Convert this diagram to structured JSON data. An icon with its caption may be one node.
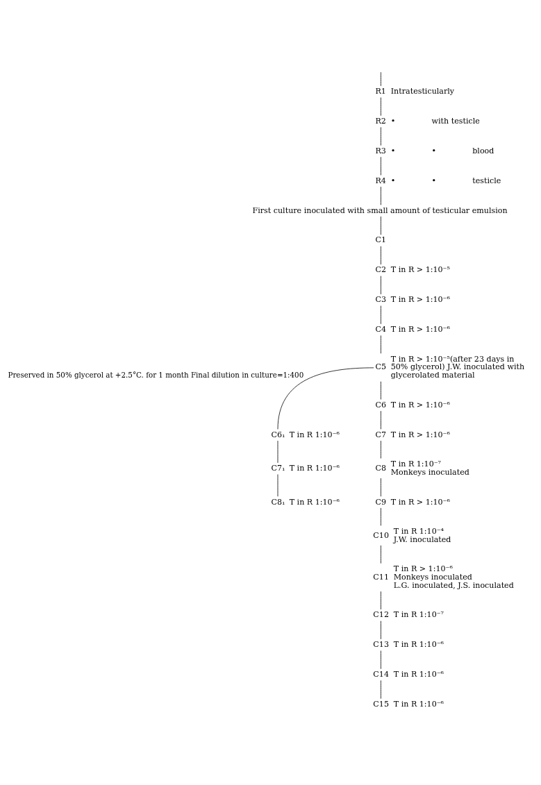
{
  "diagram": {
    "nodes": [
      {
        "text": [
          "R1"
        ],
        "beside": [
          "Intratesticularly"
        ]
      },
      {
        "text": [
          "R2"
        ],
        "beside": [
          "•",
          "with testicle"
        ]
      },
      {
        "text": [
          "R3"
        ],
        "beside": [
          "•",
          "•",
          "blood"
        ]
      },
      {
        "text": [
          "R4"
        ],
        "beside": [
          "•",
          "•",
          "testicle"
        ]
      },
      {
        "text": [
          "First culture inoculated with small amount of testicular emulsion"
        ]
      },
      {
        "text": [
          "C1"
        ]
      },
      {
        "text": [
          "C2"
        ],
        "beside": [
          "T in R > 1:10⁻⁵"
        ]
      },
      {
        "text": [
          "C3"
        ],
        "beside": [
          "T in R > 1:10⁻⁶"
        ]
      },
      {
        "text": [
          "C4"
        ],
        "beside": [
          "T in R > 1:10⁻⁶"
        ]
      },
      {
        "text": [
          "C5"
        ],
        "beside": [
          "T in R > 1:10⁻⁵(after 23 days in 50% glycerol) J.W. inoculated with glycerolated material"
        ]
      },
      {
        "text": [
          "C6"
        ],
        "beside": [
          "T in R > 1:10⁻⁶"
        ]
      },
      {
        "text": [
          "C7"
        ],
        "beside": [
          "T in R > 1:10⁻⁶"
        ]
      },
      {
        "text": [
          "C8"
        ],
        "beside": [
          "T in R 1:10⁻⁷",
          "Monkeys inoculated"
        ]
      },
      {
        "text": [
          "C9"
        ],
        "beside": [
          "T in R > 1:10⁻⁶"
        ]
      },
      {
        "text": [
          "C10"
        ],
        "beside": [
          "T in R 1:10⁻⁴",
          "J.W. inoculated"
        ]
      },
      {
        "text": [
          "C11"
        ],
        "beside": [
          "T in R > 1:10⁻⁶",
          "Monkeys inoculated",
          "L.G. inoculated, J.S. inoculated"
        ]
      },
      {
        "text": [
          "C12"
        ],
        "beside": [
          "T in R 1:10⁻⁷"
        ]
      },
      {
        "text": [
          "C13"
        ],
        "beside": [
          "T in R 1:10⁻⁶"
        ]
      },
      {
        "text": [
          "C14"
        ],
        "beside": [
          "T in R 1:10⁻⁶"
        ]
      },
      {
        "text": [
          "C15"
        ],
        "beside": [
          "T in R 1:10⁻⁶"
        ]
      },
      {
        "text": [
          "C6₁"
        ],
        "beside": [
          "T in R 1:10⁻⁶"
        ]
      },
      {
        "text": [
          "C7₁"
        ],
        "beside": [
          "T in R 1:10⁻⁶"
        ]
      },
      {
        "text": [
          "C8₁"
        ],
        "beside": [
          "T in R 1:10⁻⁶"
        ]
      }
    ],
    "edges": [
      {
        "from": null,
        "to": 0,
        "arrow": "none"
      },
      {
        "from": 0,
        "to": 1,
        "arrow": "none"
      },
      {
        "from": 1,
        "to": 2,
        "arrow": "none"
      },
      {
        "from": 2,
        "to": 3,
        "arrow": "none"
      },
      {
        "from": 3,
        "to": 4,
        "arrow": "none"
      },
      {
        "from": 4,
        "to": 5,
        "arrow": "none"
      },
      {
        "from": 5,
        "to": 6,
        "arrow": "none"
      },
      {
        "from": 6,
        "to": 7,
        "arrow": "none"
      },
      {
        "from": 7,
        "to": 8,
        "arrow": "none"
      },
      {
        "from": 8,
        "to": 9,
        "arrow": "none"
      },
      {
        "from": 9,
        "to": 10,
        "arrow": "none"
      },
      {
        "from": 10,
        "to": 11,
        "arrow": "none"
      },
      {
        "from": 11,
        "to": 12,
        "arrow": "none"
      },
      {
        "from": 12,
        "to": 13,
        "arrow": "none"
      },
      {
        "from": 13,
        "to": 14,
        "arrow": "none"
      },
      {
        "from": 14,
        "to": 15,
        "arrow": "none"
      },
      {
        "from": 15,
        "to": 16,
        "arrow": "none"
      },
      {
        "from": 16,
        "to": 17,
        "arrow": "none"
      },
      {
        "from": 17,
        "to": 18,
        "arrow": "none"
      },
      {
        "from": 18,
        "to": 19,
        "arrow": "none"
      },
      {
        "from": 9,
        "to": 20,
        "arrow": "none",
        "label": "Preserved in 50% glycerol at +2.5°C. for 1 month Final dilution in culture=1:400"
      },
      {
        "from": 20,
        "to": 21,
        "arrow": "none"
      },
      {
        "from": 21,
        "to": 22,
        "arrow": "none"
      }
    ]
  }
}
